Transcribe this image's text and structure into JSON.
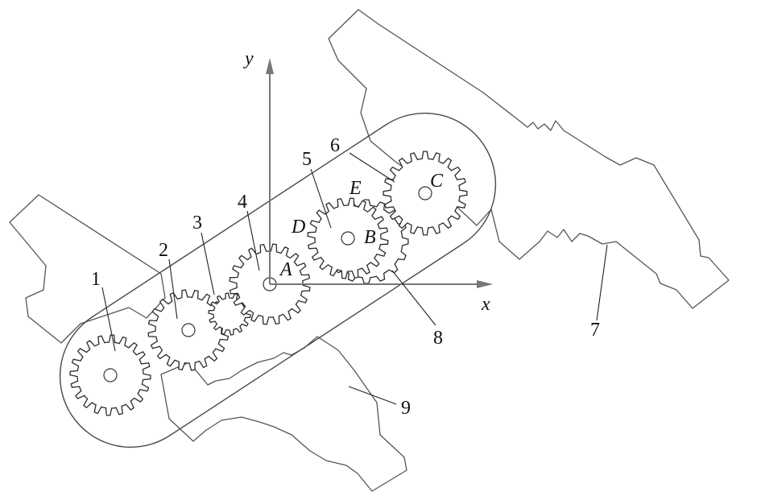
{
  "axes": {
    "x_label": "x",
    "y_label": "y"
  },
  "part_numbers": [
    "1",
    "2",
    "3",
    "4",
    "5",
    "6",
    "7",
    "8",
    "9"
  ],
  "point_labels": {
    "A": "A",
    "B": "B",
    "C": "C",
    "D": "D",
    "E": "E"
  }
}
